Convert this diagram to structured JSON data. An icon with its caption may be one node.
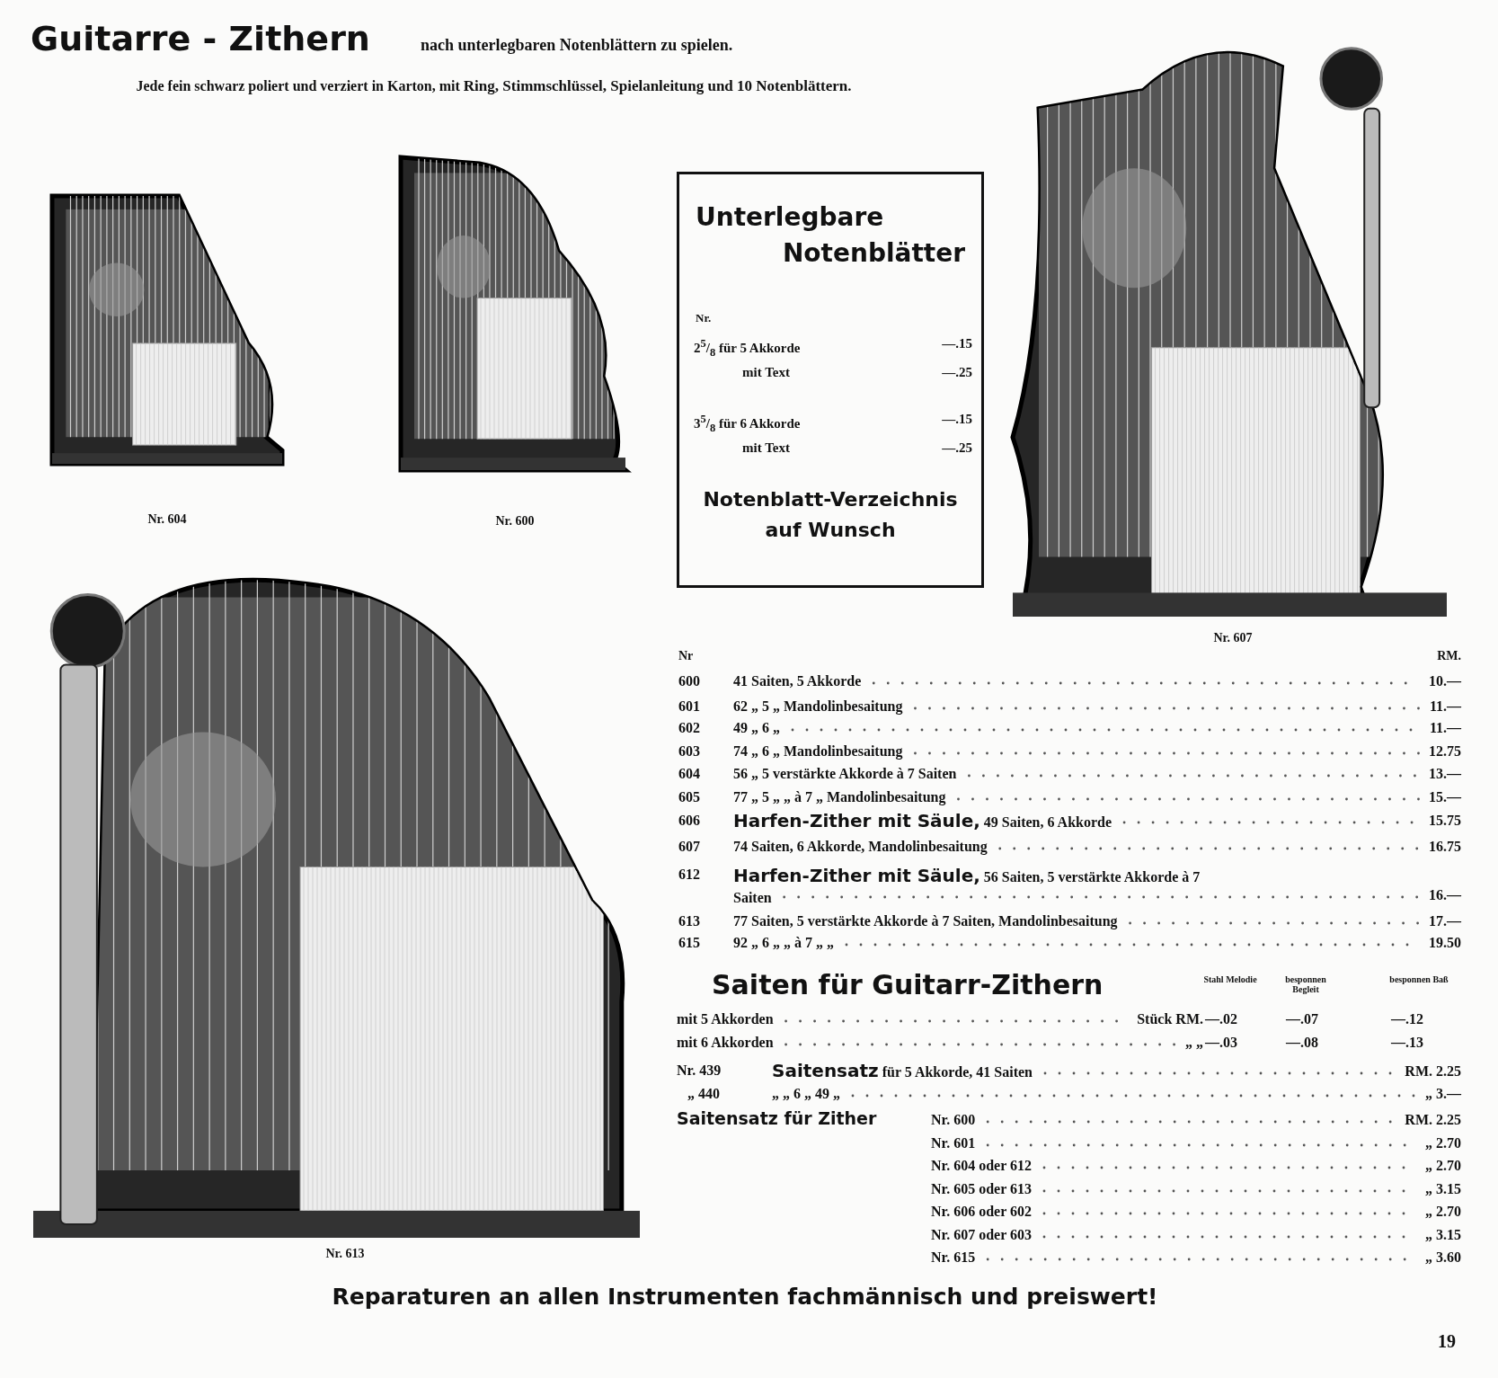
{
  "diagram": {
    "title": "Guitarre - Zithern",
    "nodes": [
      {
        "text": [
          "Unterlegbare Notenblätter",
          "Nr.",
          "2$^{5}$/$_{8}$ für 5 Akkorde",
          "—.15",
          "mit Text",
          "—.25",
          "3$^{5}$/$_{8}$ für 6 Akkorde",
          "—.15",
          "mit Text",
          "—.25",
          "Notenblatt-Verzeichnis auf Wunsch"
        ]
      }
    ],
    "labels": [
      "nach unterlegbaren Notenblättern zu spielen.",
      "Jede fein schwarz poliert und verziert in Karton, mit **Ring, Stimmschlüssel, Spielanleitung und 10 Notenblättern.**",
      "Nr. 604",
      "Nr. 600",
      "Nr. 607",
      "Nr",
      "RM.",
      "600",
      "41 Saiten, 5 Akkorde",
      "10.—",
      "601",
      "62 „ 5 „ Mandolinbesaitung",
      "11.—",
      "602",
      "49 „ 6 „",
      "11.—",
      "603",
      "74 „ 6 „ Mandolinbesaitung",
      "12.75",
      "604",
      "56 „ 5 verstärkte Akkorde à 7 Saiten",
      "13.—",
      "605",
      "77 „ 5 „ „ à 7 „ Mandolinbesaitung",
      "15.—",
      "606",
      "**Harfen-Zither mit Säule,** 49 Saiten, 6 Akkorde",
      "15.75",
      "607",
      "74 Saiten, 6 Akkorde, Mandolinbesaitung",
      "16.75",
      "612",
      "**Harfen-Zither mit Säule,** 56 Saiten, 5 verstärkte Akkorde à 7 Saiten",
      "16.—",
      "613",
      "77 Saiten, 5 verstärkte Akkorde à 7 Saiten, Mandolinbesaitung",
      "17.—",
      "615",
      "92 „ 6 „ „ à 7 „ „",
      "19.50",
      "Nr. 613",
      "Saiten für Guitarr-Zithern",
      "Stahl Melodie",
      "besponnen Begleit",
      "besponnen Baß",
      "mit 5 Akkorden",
      "Stück RM.",
      "—.02",
      "—.07",
      "—.12",
      "mit 6 Akkorden",
      "„ „",
      "—.03",
      "—.08",
      "—.13",
      "Nr. 439",
      "**Saitensatz** für 5 Akkorde, 41 Saiten",
      "RM. 2.25",
      "„ 440",
      "„ „ 6 „ 49 „",
      "„ 3.—",
      "Saitensatz für Zither",
      "Nr. 600",
      "RM. 2.25",
      "Nr. 601",
      "„ 2.70",
      "Nr. 604 oder 612",
      "„ 2.70",
      "Nr. 605 oder 613",
      "„ 3.15",
      "Nr. 606 oder 602",
      "„ 2.70",
      "Nr. 607 oder 603",
      "„ 3.15",
      "Nr. 615",
      "„ 3.60",
      "Reparaturen an allen Instrumenten fachmännisch und preiswert!",
      "19"
    ]
  }
}
